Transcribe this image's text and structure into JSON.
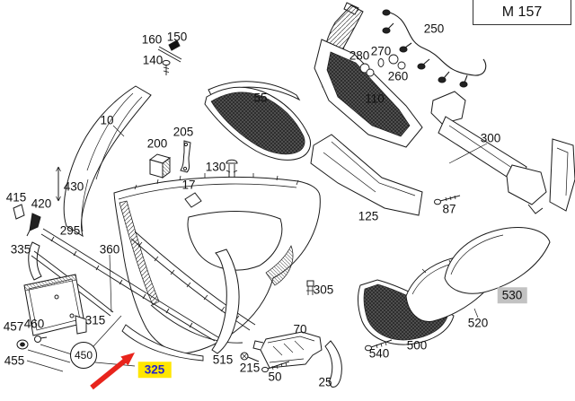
{
  "window": {
    "model_label": "M 157"
  },
  "selection": {
    "selected_part": "325",
    "dimmed_part": "530"
  },
  "colors": {
    "line": "#1a1a1a",
    "highlight_bg": "#FFE600",
    "highlight_text": "#2323CE",
    "dimmed_bg": "#C2C2C2",
    "arrow": "#E8241C"
  },
  "labels": {
    "p10": "10",
    "p17": "17",
    "p25": "25",
    "p50": "50",
    "p55": "55",
    "p70": "70",
    "p87": "87",
    "p110": "110",
    "p125": "125",
    "p130": "130",
    "p140": "140",
    "p150": "150",
    "p160": "160",
    "p200": "200",
    "p205": "205",
    "p215": "215",
    "p250": "250",
    "p260": "260",
    "p270": "270",
    "p280": "280",
    "p295": "295",
    "p300": "300",
    "p305": "305",
    "p315": "315",
    "p325": "325",
    "p335": "335",
    "p360": "360",
    "p415": "415",
    "p420": "420",
    "p430": "430",
    "p450": "450",
    "p455": "455",
    "p457": "457",
    "p460": "460",
    "p500": "500",
    "p515": "515",
    "p520": "520",
    "p530": "530",
    "p540": "540"
  }
}
